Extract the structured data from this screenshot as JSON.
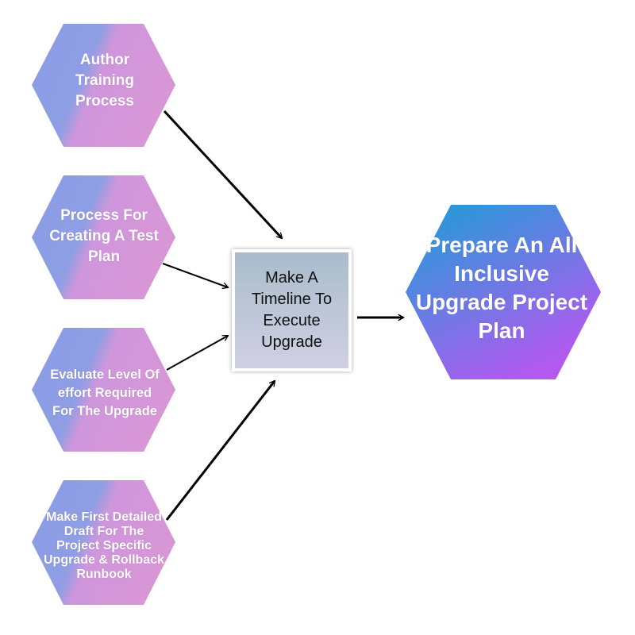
{
  "diagram": {
    "inputs": [
      {
        "label": "Author Training Process"
      },
      {
        "label": "Process For Creating A Test Plan"
      },
      {
        "label": "Evaluate Level Of effort Required For The Upgrade"
      },
      {
        "label": "Make First Detailed Draft For The Project Specific Upgrade & Rollback Runbook"
      }
    ],
    "center": {
      "label": "Make A Timeline To Execute Upgrade"
    },
    "output": {
      "label": "Prepare An All Inclusive Upgrade Project Plan"
    },
    "colors": {
      "input_gradient_start": "#8a9ce6",
      "input_gradient_end": "#d696d8",
      "output_gradient_start": "#1aa0d6",
      "output_gradient_end": "#b259f0",
      "center_gradient_start": "#a9bccb",
      "center_gradient_end": "#d0d0e3",
      "arrow": "#000000"
    }
  }
}
